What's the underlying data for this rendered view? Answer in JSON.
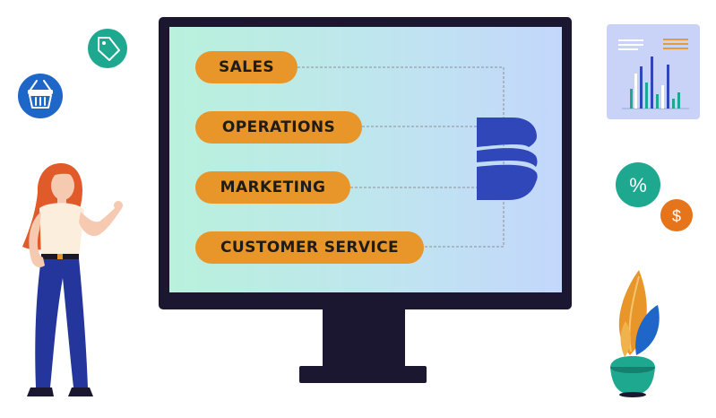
{
  "departments": [
    {
      "label": "SALES"
    },
    {
      "label": "OPERATIONS"
    },
    {
      "label": "MARKETING"
    },
    {
      "label": "CUSTOMER SERVICE"
    }
  ],
  "badges": {
    "percent_symbol": "%",
    "dollar_symbol": "$"
  },
  "colors": {
    "monitor_frame": "#1b1730",
    "pill": "#e8952a",
    "logo": "#2f47b8",
    "screen_start": "#b8f0dc",
    "screen_end": "#c4d9fb",
    "teal_badge": "#1fa890",
    "blue_badge": "#1e67c9",
    "orange_badge": "#e5741b"
  },
  "icons": {
    "basket": "shopping-basket-icon",
    "tag": "price-tag-icon",
    "report": "report-chart-icon",
    "plant": "plant-icon",
    "logo": "brand-logo-icon"
  }
}
